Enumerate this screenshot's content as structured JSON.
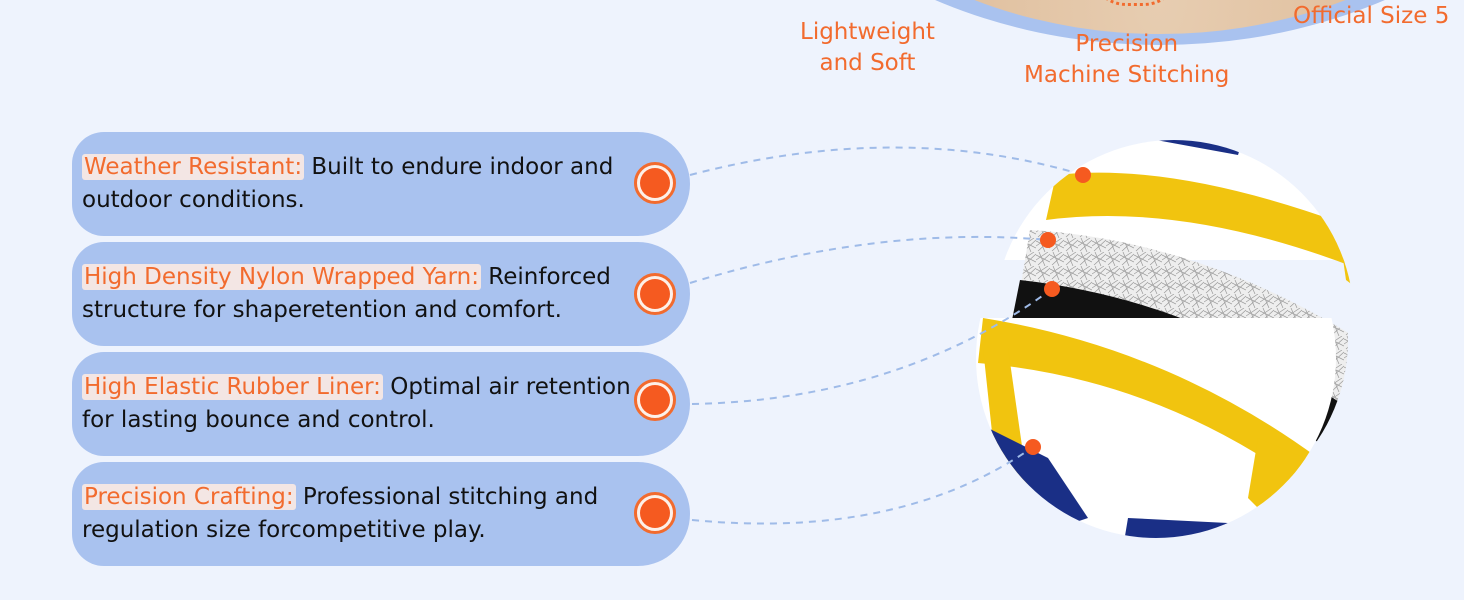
{
  "top_labels": {
    "lightweight": [
      "Lightweight",
      "and Soft"
    ],
    "stitching": [
      "Precision",
      "Machine Stitching"
    ],
    "size": [
      "Official Size 5"
    ]
  },
  "features": [
    {
      "title": "Weather Resistant:",
      "desc_line1": "Built to endure indoor and",
      "desc_line2": "outdoor conditions."
    },
    {
      "title": "High Density Nylon Wrapped Yarn:",
      "desc_line1": "Reinforced",
      "desc_line2": "structure for shaperetention and comfort."
    },
    {
      "title": "High Elastic Rubber Liner:",
      "desc_line1": "Optimal air retention",
      "desc_line2": "for lasting bounce and control."
    },
    {
      "title": "Precision Crafting:",
      "desc_line1": "Professional stitching and",
      "desc_line2": "regulation size forcompetitive play."
    }
  ],
  "colors": {
    "accent": "#f26b2e",
    "card": "#a9c2ef",
    "background": "#eef3fd",
    "ball_blue": "#1a2f86",
    "ball_yellow": "#f1c40f",
    "ball_black": "#111111"
  },
  "image": {
    "name": "volleyball-cutaway-icon"
  }
}
